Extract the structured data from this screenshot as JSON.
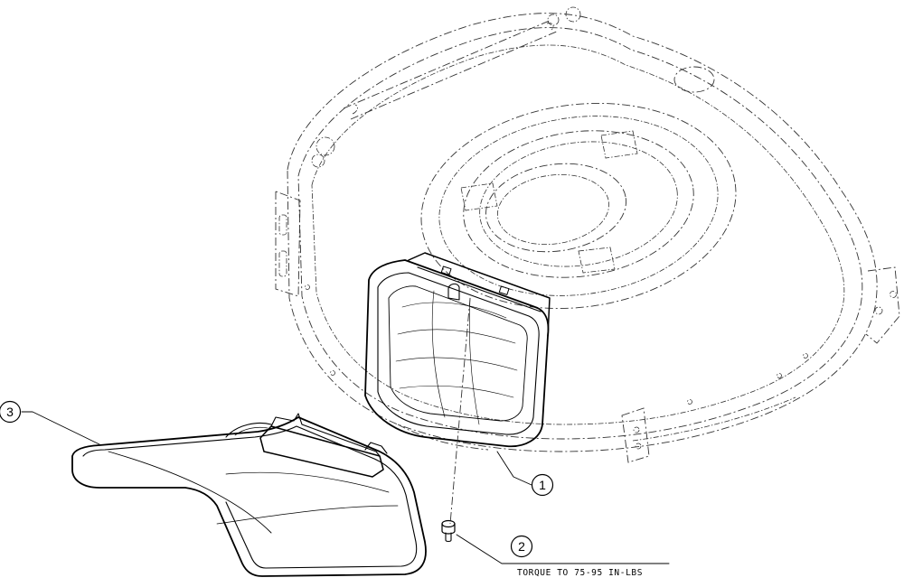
{
  "callouts": [
    {
      "number": "1",
      "part": "deck-cover-plate"
    },
    {
      "number": "2",
      "part": "bolt"
    },
    {
      "number": "3",
      "part": "discharge-chute"
    }
  ],
  "notes": {
    "torque": "TORQUE TO 75-95 IN-LBS"
  },
  "colors": {
    "line": "#000000",
    "background": "#ffffff"
  }
}
